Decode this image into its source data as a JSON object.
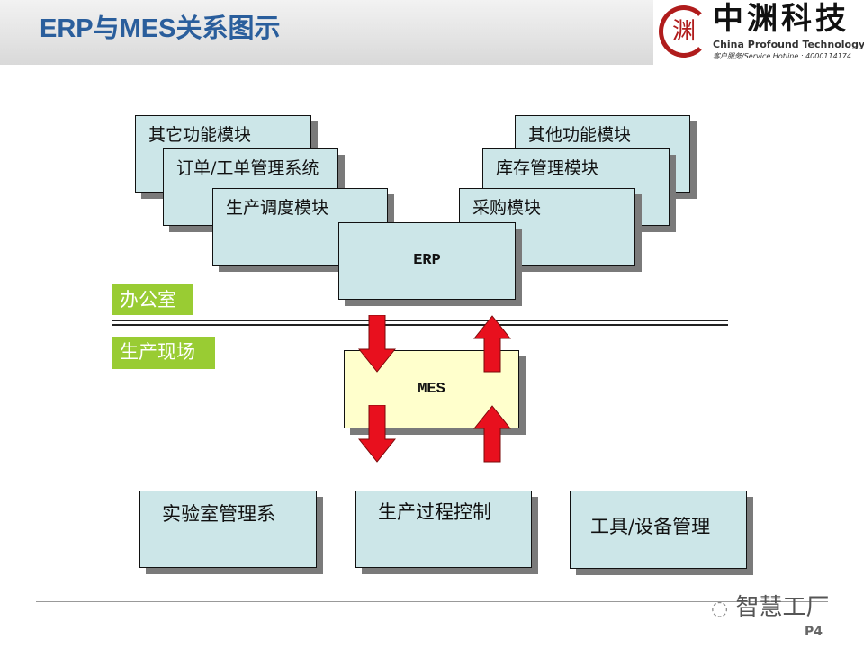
{
  "header": {
    "title": "ERP与MES关系图示"
  },
  "logo": {
    "emblem": "渊",
    "name_cn": "中渊科技",
    "name_en": "China Profound Technology",
    "hotline": "客户服务/Service Hotline : 4000114174"
  },
  "erp_modules_left": [
    "其它功能模块",
    "订单/工单管理系统",
    "生产调度模块"
  ],
  "erp_modules_right": [
    "其他功能模块",
    "库存管理模块",
    "采购模块"
  ],
  "erp": "ERP",
  "mes": "MES",
  "zones": {
    "office": "办公室",
    "shopfloor": "生产现场"
  },
  "bottom": [
    "实验室管理系",
    "生产过程控制",
    "工具/设备管理"
  ],
  "footer": {
    "watermark": "智慧工厂",
    "page": "P4"
  }
}
